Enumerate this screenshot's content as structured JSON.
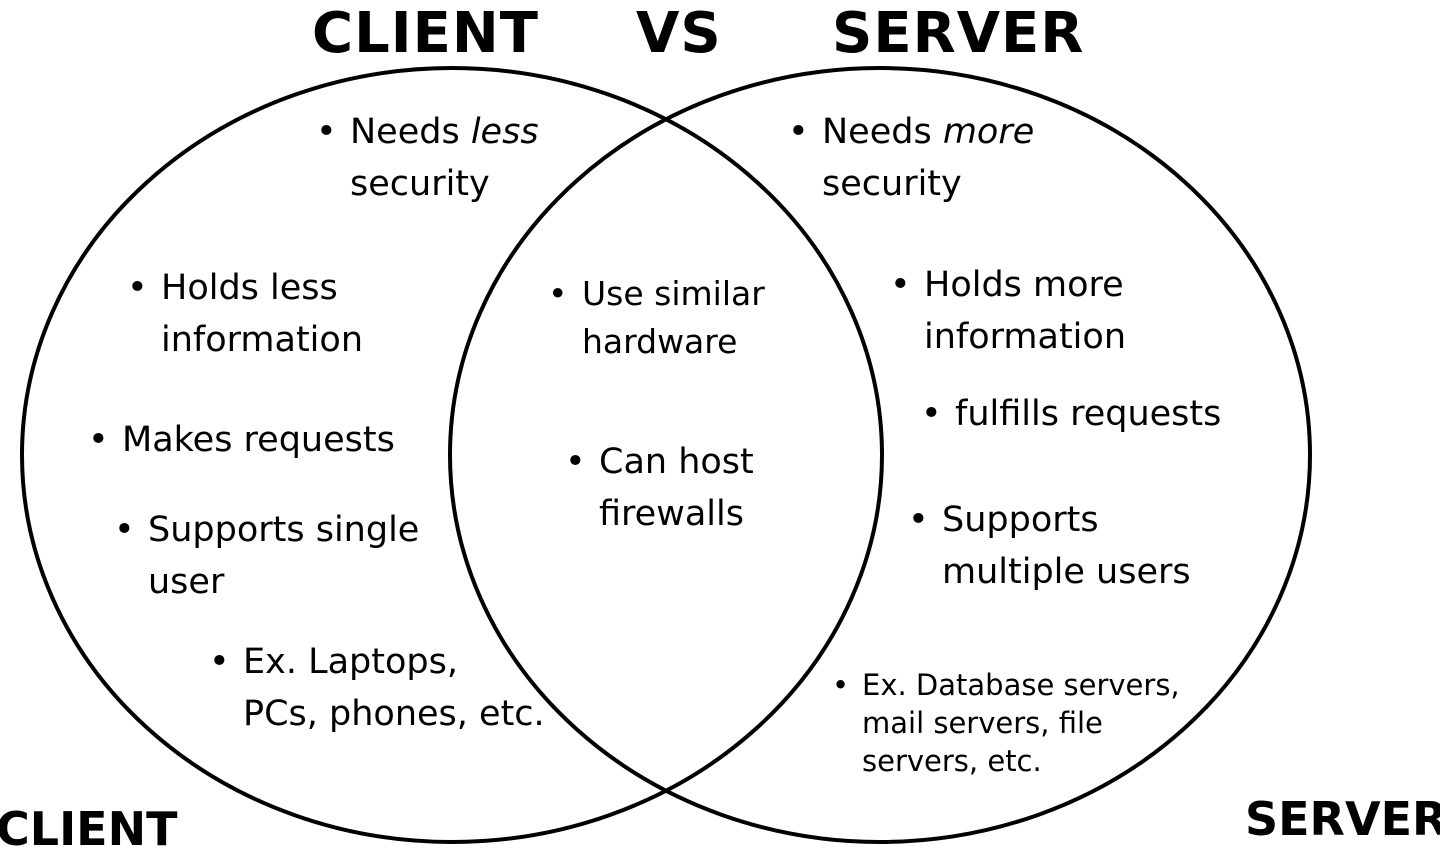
{
  "title": {
    "left": "CLIENT",
    "vs": "VS",
    "right": "SERVER"
  },
  "corner_labels": {
    "left": "CLIENT",
    "right": "SERVER"
  },
  "client": {
    "security": {
      "pre": "Needs ",
      "emph": "less",
      "post": "",
      "line2": "security"
    },
    "holds": {
      "line1": "Holds less",
      "line2": "information"
    },
    "requests": {
      "line1": "Makes requests"
    },
    "supports": {
      "line1": "Supports single",
      "line2": "user"
    },
    "examples": {
      "line1": "Ex. Laptops,",
      "line2": "PCs, phones, etc."
    }
  },
  "both": {
    "hardware": {
      "line1": "Use similar",
      "line2": "hardware"
    },
    "firewalls": {
      "line1": "Can host",
      "line2": "firewalls"
    }
  },
  "server": {
    "security": {
      "pre": "Needs ",
      "emph": "more",
      "post": "",
      "line2": "security"
    },
    "holds": {
      "line1": "Holds more",
      "line2": "information"
    },
    "fulfills": {
      "line1": "fulfills requests"
    },
    "supports": {
      "line1": "Supports",
      "line2": "multiple users"
    },
    "examples": {
      "line1": "Ex. Database servers,",
      "line2": "mail servers, file",
      "line3": "servers, etc."
    }
  },
  "bullet_symbol": "•",
  "stroke_color": "#000000"
}
